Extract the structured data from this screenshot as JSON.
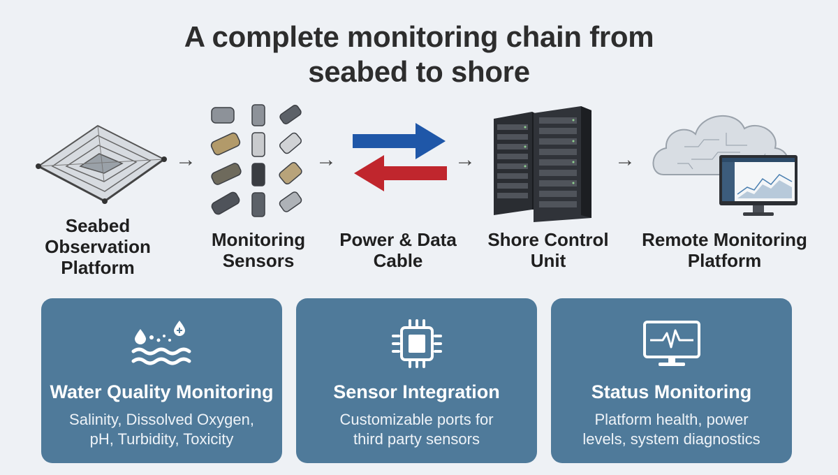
{
  "title": {
    "line1": "A complete monitoring chain from",
    "line2": "seabed to shore"
  },
  "chain": {
    "stages": [
      {
        "label_lines": [
          "Seabed",
          "Observation",
          "Platform"
        ],
        "icon": "seabed-platform-icon"
      },
      {
        "label_lines": [
          "Monitoring",
          "Sensors"
        ],
        "icon": "sensors-icon"
      },
      {
        "label_lines": [
          "Power & Data",
          "Cable"
        ],
        "icon": "bidirectional-arrows-icon"
      },
      {
        "label_lines": [
          "Shore Control",
          "Unit"
        ],
        "icon": "server-rack-icon"
      },
      {
        "label_lines": [
          "Remote Monitoring",
          "Platform"
        ],
        "icon": "cloud-monitor-icon"
      }
    ],
    "connector_glyph": "→"
  },
  "features": [
    {
      "title": "Water Quality Monitoring",
      "desc_lines": [
        "Salinity, Dissolved Oxygen,",
        "pH, Turbidity, Toxicity"
      ],
      "icon": "water-drops-icon"
    },
    {
      "title": "Sensor Integration",
      "desc_lines": [
        "Customizable ports for",
        "third party sensors"
      ],
      "icon": "chip-icon"
    },
    {
      "title": "Status Monitoring",
      "desc_lines": [
        "Platform health, power",
        "levels, system diagnostics"
      ],
      "icon": "heartbeat-monitor-icon"
    }
  ],
  "colors": {
    "background": "#eef1f5",
    "card": "#4f7a9a",
    "arrow_blue": "#1f57a8",
    "arrow_red": "#c0262d"
  }
}
